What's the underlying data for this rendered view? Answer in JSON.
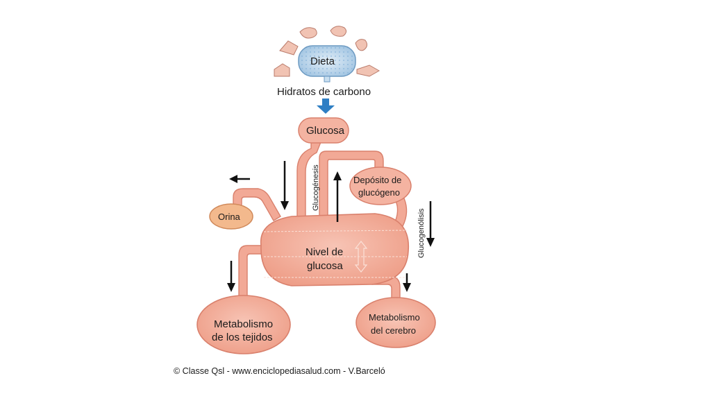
{
  "diagram": {
    "dieta": "Dieta",
    "hidratos": "Hidratos de carbono",
    "glucosa": "Glucosa",
    "glucogenesis": "Glucogénesis",
    "deposito_line1": "Depósito de",
    "deposito_line2": "glucógeno",
    "glucogenolisis": "Glucogenólisis",
    "orina": "Orina",
    "nivel_line1": "Nivel de",
    "nivel_line2": "glucosa",
    "tejidos_line1": "Metabolismo",
    "tejidos_line2": "de los tejidos",
    "cerebro_line1": "Metabolismo",
    "cerebro_line2": "del cerebro"
  },
  "credit": "© Classe Qsl - www.enciclopediasalud.com - V.Barceló",
  "icons": [
    "food-icon",
    "flow-arrow-icon"
  ],
  "colors": {
    "fill": "#f2a996",
    "fill_light": "#f8cbbd",
    "stroke": "#d9806c",
    "orina": "#f3b98d",
    "dieta_fill": "#c9dff0",
    "inflow_arrow": "#2f7fc4"
  }
}
